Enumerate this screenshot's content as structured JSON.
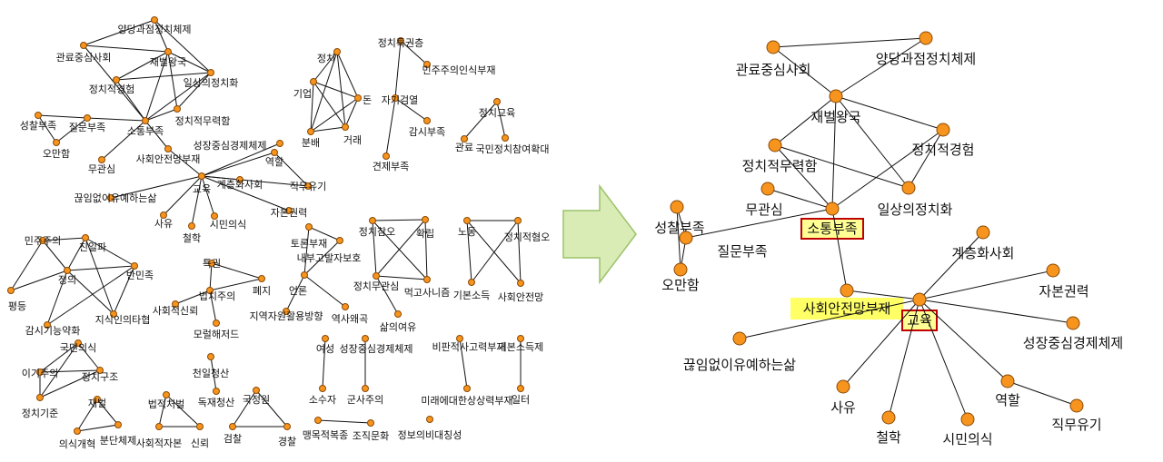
{
  "colors": {
    "node_fill": "#f7941d",
    "node_stroke": "#8a4a06",
    "edge": "#111111",
    "highlight_box": "#c00000",
    "highlight_bg": "#ffff66",
    "arrow_fill": "#d9ecb6",
    "arrow_stroke": "#9cc26a"
  },
  "left_network": {
    "nodes": [
      {
        "id": "L1",
        "label": "양당과점정치체제"
      },
      {
        "id": "L2",
        "label": "관료중심사회"
      },
      {
        "id": "L3",
        "label": "재벌왕국"
      },
      {
        "id": "L4",
        "label": "정치적경험"
      },
      {
        "id": "L5",
        "label": "일상의정치화"
      },
      {
        "id": "L6",
        "label": "정치적무력함"
      },
      {
        "id": "L7",
        "label": "성찰부족"
      },
      {
        "id": "L8",
        "label": "질문부족"
      },
      {
        "id": "L9",
        "label": "소통부족"
      },
      {
        "id": "L10",
        "label": "무관심"
      },
      {
        "id": "L11",
        "label": "오만함"
      },
      {
        "id": "L12",
        "label": "사회안전망부재"
      },
      {
        "id": "L13",
        "label": "성장중심경제체제"
      },
      {
        "id": "L14",
        "label": "역할"
      },
      {
        "id": "L15",
        "label": "끊임없이유예하는삶"
      },
      {
        "id": "L16",
        "label": "교육"
      },
      {
        "id": "L17",
        "label": "계층화사회"
      },
      {
        "id": "L18",
        "label": "직무유기"
      },
      {
        "id": "L19",
        "label": "사유"
      },
      {
        "id": "L20",
        "label": "시민의식"
      },
      {
        "id": "L21",
        "label": "자본권력"
      },
      {
        "id": "L22",
        "label": "철학"
      },
      {
        "id": "L23",
        "label": "정치"
      },
      {
        "id": "L24",
        "label": "기업"
      },
      {
        "id": "L25",
        "label": "돈"
      },
      {
        "id": "L26",
        "label": "분배"
      },
      {
        "id": "L27",
        "label": "거래"
      },
      {
        "id": "L28",
        "label": "정치특권층"
      },
      {
        "id": "L29",
        "label": "민주주의인식부재"
      },
      {
        "id": "L30",
        "label": "자기검열"
      },
      {
        "id": "L31",
        "label": "감시부족"
      },
      {
        "id": "L32",
        "label": "견제부족"
      },
      {
        "id": "L33",
        "label": "정치교육"
      },
      {
        "id": "L34",
        "label": "관료"
      },
      {
        "id": "L35",
        "label": "국민정치참여확대"
      },
      {
        "id": "L36",
        "label": "민주주의"
      },
      {
        "id": "L37",
        "label": "친일파"
      },
      {
        "id": "L38",
        "label": "정의"
      },
      {
        "id": "L39",
        "label": "반민족"
      },
      {
        "id": "L40",
        "label": "평등"
      },
      {
        "id": "L41",
        "label": "감시기능약화"
      },
      {
        "id": "L42",
        "label": "지식인의타협"
      },
      {
        "id": "L43",
        "label": "특권"
      },
      {
        "id": "L44",
        "label": "법치주의"
      },
      {
        "id": "L45",
        "label": "폐지"
      },
      {
        "id": "L46",
        "label": "사회적신뢰"
      },
      {
        "id": "L47",
        "label": "모럴해저드"
      },
      {
        "id": "L48",
        "label": "토론부재"
      },
      {
        "id": "L49",
        "label": "내부고발자보호"
      },
      {
        "id": "L50",
        "label": "언론"
      },
      {
        "id": "L51",
        "label": "지역자원활용방향"
      },
      {
        "id": "L52",
        "label": "역사왜곡"
      },
      {
        "id": "L53",
        "label": "정치참오"
      },
      {
        "id": "L54",
        "label": "확립"
      },
      {
        "id": "L55",
        "label": "정치무관심"
      },
      {
        "id": "L56",
        "label": "먹고사니즘"
      },
      {
        "id": "L57",
        "label": "삶의여유"
      },
      {
        "id": "L58",
        "label": "노동"
      },
      {
        "id": "L59",
        "label": "정치적혐오"
      },
      {
        "id": "L60",
        "label": "기본소득"
      },
      {
        "id": "L61",
        "label": "사회안전망"
      },
      {
        "id": "L62",
        "label": "국민의식"
      },
      {
        "id": "L63",
        "label": "이기주의"
      },
      {
        "id": "L64",
        "label": "정치구조"
      },
      {
        "id": "L65",
        "label": "정치기준"
      },
      {
        "id": "L66",
        "label": "재벌"
      },
      {
        "id": "L67",
        "label": "의식개혁"
      },
      {
        "id": "L68",
        "label": "분단체제"
      },
      {
        "id": "L69",
        "label": "천일청산"
      },
      {
        "id": "L70",
        "label": "법적처벌"
      },
      {
        "id": "L71",
        "label": "독재청산"
      },
      {
        "id": "L72",
        "label": "국정원"
      },
      {
        "id": "L73",
        "label": "사회적자본"
      },
      {
        "id": "L74",
        "label": "신뢰"
      },
      {
        "id": "L75",
        "label": "검찰"
      },
      {
        "id": "L76",
        "label": "경찰"
      },
      {
        "id": "L77",
        "label": "여성"
      },
      {
        "id": "L78",
        "label": "성장중심경제체제"
      },
      {
        "id": "L79",
        "label": "소수자"
      },
      {
        "id": "L80",
        "label": "군사주의"
      },
      {
        "id": "L81",
        "label": "비판적사고력부재"
      },
      {
        "id": "L82",
        "label": "미래에대한상상력부재"
      },
      {
        "id": "L83",
        "label": "기본소득제"
      },
      {
        "id": "L84",
        "label": "일터"
      },
      {
        "id": "L85",
        "label": "맹목적복종"
      },
      {
        "id": "L86",
        "label": "조직문화"
      },
      {
        "id": "L87",
        "label": "정보의비대칭성"
      }
    ],
    "edges": [
      [
        "L1",
        "L2"
      ],
      [
        "L1",
        "L3"
      ],
      [
        "L1",
        "L5"
      ],
      [
        "L2",
        "L3"
      ],
      [
        "L3",
        "L4"
      ],
      [
        "L3",
        "L5"
      ],
      [
        "L3",
        "L6"
      ],
      [
        "L3",
        "L9"
      ],
      [
        "L4",
        "L5"
      ],
      [
        "L4",
        "L9"
      ],
      [
        "L5",
        "L6"
      ],
      [
        "L5",
        "L9"
      ],
      [
        "L6",
        "L9"
      ],
      [
        "L2",
        "L9"
      ],
      [
        "L7",
        "L8"
      ],
      [
        "L7",
        "L11"
      ],
      [
        "L8",
        "L11"
      ],
      [
        "L8",
        "L9"
      ],
      [
        "L9",
        "L10"
      ],
      [
        "L9",
        "L12"
      ],
      [
        "L12",
        "L16"
      ],
      [
        "L13",
        "L16"
      ],
      [
        "L14",
        "L16"
      ],
      [
        "L15",
        "L16"
      ],
      [
        "L16",
        "L17"
      ],
      [
        "L16",
        "L18"
      ],
      [
        "L16",
        "L19"
      ],
      [
        "L16",
        "L20"
      ],
      [
        "L16",
        "L21"
      ],
      [
        "L16",
        "L22"
      ],
      [
        "L14",
        "L18"
      ],
      [
        "L23",
        "L24"
      ],
      [
        "L23",
        "L25"
      ],
      [
        "L23",
        "L26"
      ],
      [
        "L23",
        "L27"
      ],
      [
        "L24",
        "L25"
      ],
      [
        "L24",
        "L26"
      ],
      [
        "L24",
        "L27"
      ],
      [
        "L25",
        "L26"
      ],
      [
        "L25",
        "L27"
      ],
      [
        "L26",
        "L27"
      ],
      [
        "L28",
        "L29"
      ],
      [
        "L28",
        "L30"
      ],
      [
        "L30",
        "L31"
      ],
      [
        "L30",
        "L32"
      ],
      [
        "L33",
        "L34"
      ],
      [
        "L33",
        "L35"
      ],
      [
        "L36",
        "L37"
      ],
      [
        "L36",
        "L38"
      ],
      [
        "L36",
        "L40"
      ],
      [
        "L37",
        "L38"
      ],
      [
        "L37",
        "L39"
      ],
      [
        "L37",
        "L42"
      ],
      [
        "L38",
        "L39"
      ],
      [
        "L38",
        "L40"
      ],
      [
        "L38",
        "L41"
      ],
      [
        "L38",
        "L42"
      ],
      [
        "L39",
        "L41"
      ],
      [
        "L39",
        "L42"
      ],
      [
        "L43",
        "L44"
      ],
      [
        "L43",
        "L45"
      ],
      [
        "L44",
        "L45"
      ],
      [
        "L44",
        "L46"
      ],
      [
        "L44",
        "L47"
      ],
      [
        "L48",
        "L49"
      ],
      [
        "L48",
        "L50"
      ],
      [
        "L49",
        "L50"
      ],
      [
        "L50",
        "L51"
      ],
      [
        "L50",
        "L52"
      ],
      [
        "L53",
        "L54"
      ],
      [
        "L53",
        "L55"
      ],
      [
        "L53",
        "L56"
      ],
      [
        "L54",
        "L55"
      ],
      [
        "L54",
        "L56"
      ],
      [
        "L55",
        "L56"
      ],
      [
        "L55",
        "L57"
      ],
      [
        "L58",
        "L59"
      ],
      [
        "L58",
        "L60"
      ],
      [
        "L58",
        "L61"
      ],
      [
        "L59",
        "L60"
      ],
      [
        "L59",
        "L61"
      ],
      [
        "L62",
        "L63"
      ],
      [
        "L62",
        "L64"
      ],
      [
        "L62",
        "L65"
      ],
      [
        "L63",
        "L64"
      ],
      [
        "L63",
        "L65"
      ],
      [
        "L64",
        "L65"
      ],
      [
        "L66",
        "L67"
      ],
      [
        "L66",
        "L68"
      ],
      [
        "L67",
        "L68"
      ],
      [
        "L69",
        "L71"
      ],
      [
        "L70",
        "L73"
      ],
      [
        "L70",
        "L74"
      ],
      [
        "L73",
        "L74"
      ],
      [
        "L72",
        "L75"
      ],
      [
        "L72",
        "L76"
      ],
      [
        "L75",
        "L76"
      ],
      [
        "L77",
        "L79"
      ],
      [
        "L78",
        "L80"
      ],
      [
        "L81",
        "L82"
      ],
      [
        "L83",
        "L84"
      ],
      [
        "L85",
        "L86"
      ]
    ]
  },
  "right_network": {
    "nodes": [
      {
        "id": "R1",
        "label": "관료중심사회"
      },
      {
        "id": "R2",
        "label": "양당과점정치체제"
      },
      {
        "id": "R3",
        "label": "재벌왕국"
      },
      {
        "id": "R4",
        "label": "정치적무력함"
      },
      {
        "id": "R5",
        "label": "정치적경험"
      },
      {
        "id": "R6",
        "label": "무관심"
      },
      {
        "id": "R7",
        "label": "소통부족"
      },
      {
        "id": "R8",
        "label": "일상의정치화"
      },
      {
        "id": "R9",
        "label": "성찰부족"
      },
      {
        "id": "R10",
        "label": "질문부족"
      },
      {
        "id": "R11",
        "label": "오만함"
      },
      {
        "id": "R12",
        "label": "계층화사회"
      },
      {
        "id": "R13",
        "label": "자본권력"
      },
      {
        "id": "R14",
        "label": "사회안전망부재"
      },
      {
        "id": "R15",
        "label": "교육"
      },
      {
        "id": "R16",
        "label": "성장중심경제체제"
      },
      {
        "id": "R17",
        "label": "끊임없이유예하는삶"
      },
      {
        "id": "R18",
        "label": "사유"
      },
      {
        "id": "R19",
        "label": "역할"
      },
      {
        "id": "R20",
        "label": "직무유기"
      },
      {
        "id": "R21",
        "label": "철학"
      },
      {
        "id": "R22",
        "label": "시민의식"
      }
    ],
    "edges": [
      [
        "R1",
        "R2"
      ],
      [
        "R1",
        "R3"
      ],
      [
        "R2",
        "R3"
      ],
      [
        "R3",
        "R4"
      ],
      [
        "R3",
        "R5"
      ],
      [
        "R3",
        "R7"
      ],
      [
        "R3",
        "R8"
      ],
      [
        "R4",
        "R7"
      ],
      [
        "R4",
        "R8"
      ],
      [
        "R5",
        "R7"
      ],
      [
        "R5",
        "R8"
      ],
      [
        "R6",
        "R7"
      ],
      [
        "R7",
        "R10"
      ],
      [
        "R9",
        "R10"
      ],
      [
        "R9",
        "R11"
      ],
      [
        "R10",
        "R11"
      ],
      [
        "R7",
        "R14"
      ],
      [
        "R14",
        "R15"
      ],
      [
        "R12",
        "R15"
      ],
      [
        "R13",
        "R15"
      ],
      [
        "R16",
        "R15"
      ],
      [
        "R17",
        "R15"
      ],
      [
        "R18",
        "R15"
      ],
      [
        "R19",
        "R15"
      ],
      [
        "R21",
        "R15"
      ],
      [
        "R22",
        "R15"
      ],
      [
        "R19",
        "R20"
      ]
    ],
    "highlighted": [
      "R7",
      "R15"
    ],
    "label_highlight": [
      "R14"
    ]
  }
}
